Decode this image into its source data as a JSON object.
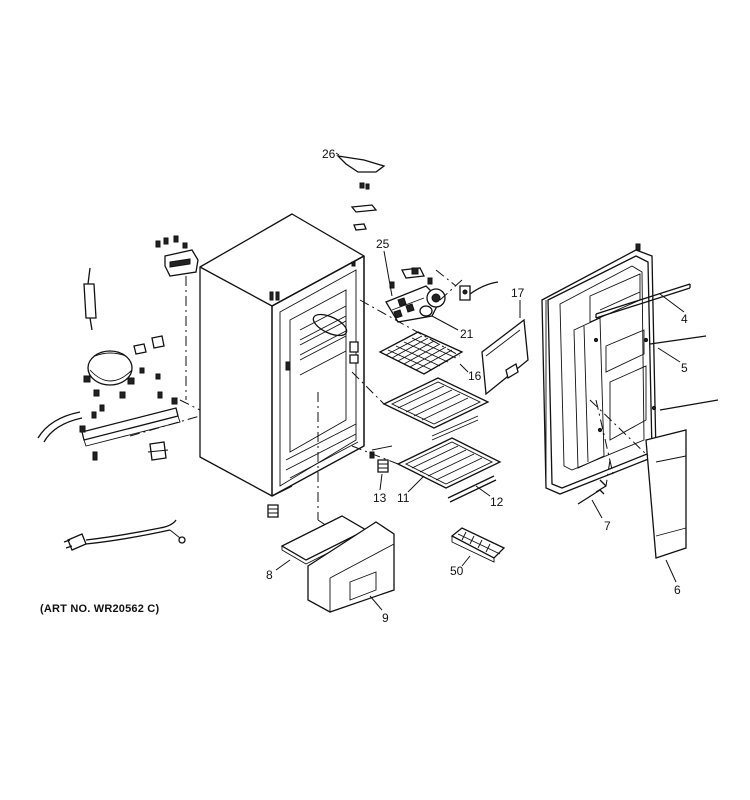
{
  "art_number": "(ART NO. WR20562 C)",
  "callouts": {
    "c26": "26",
    "c25": "25",
    "c21": "21",
    "c17": "17",
    "c16": "16",
    "c4": "4",
    "c5": "5",
    "c13": "13",
    "c11": "11",
    "c12": "12",
    "c7": "7",
    "c6": "6",
    "c8": "8",
    "c9": "9",
    "c50": "50"
  }
}
